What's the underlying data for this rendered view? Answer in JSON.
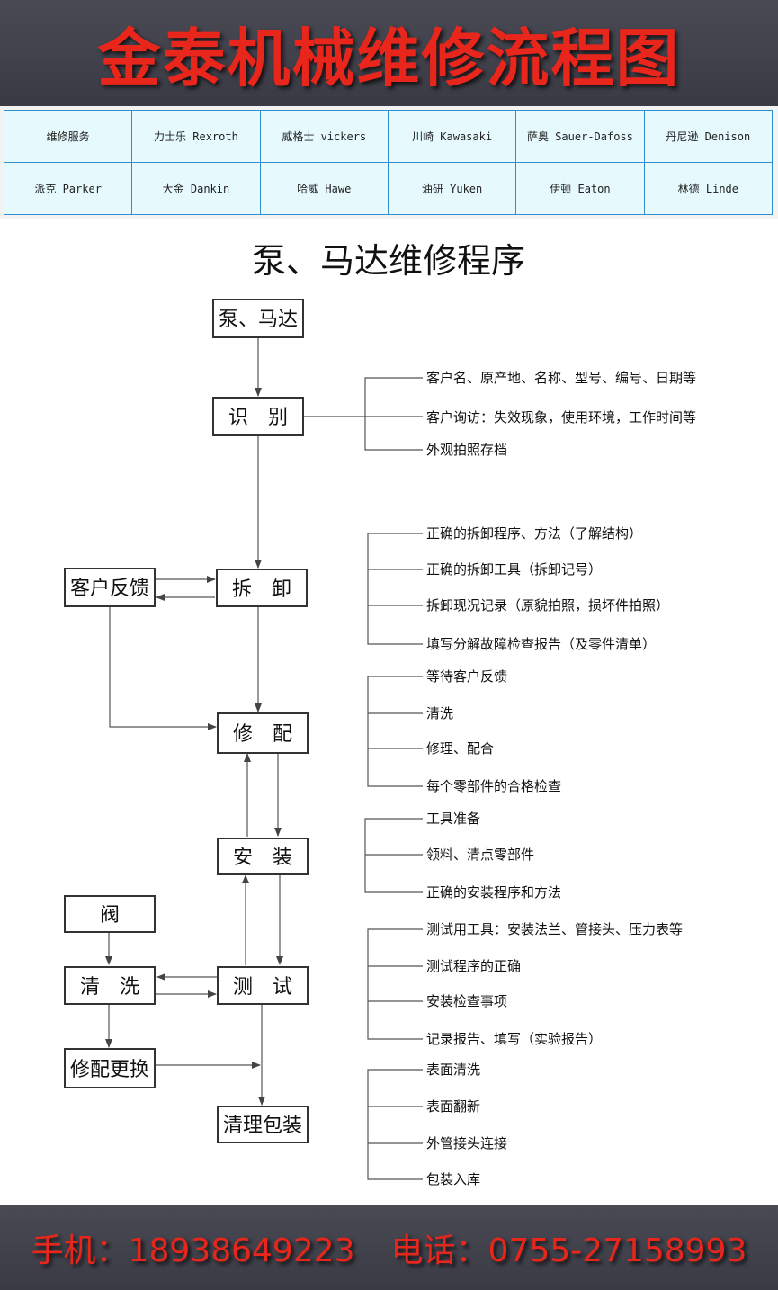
{
  "header": {
    "title": "金泰机械维修流程图"
  },
  "brands": [
    [
      "维修服务",
      "力士乐 Rexroth",
      "威格士 vickers",
      "川崎 Kawasaki",
      "萨奥 Sauer-Dafoss",
      "丹尼逊 Denison"
    ],
    [
      "派克 Parker",
      "大金 Dankin",
      "哈威 Hawe",
      "油研 Yuken",
      "伊顿 Eaton",
      "林德 Linde"
    ]
  ],
  "diagram": {
    "title": "泵、马达维修程序",
    "nodes": {
      "pump_motor": "泵、马达",
      "identify": "识　别",
      "disassemble": "拆　卸",
      "customer_feedback": "客户反馈",
      "repair": "修　配",
      "install": "安　装",
      "valve": "阀",
      "clean": "清　洗",
      "test": "测　试",
      "repair_replace": "修配更换",
      "pack": "清理包装"
    },
    "notes": {
      "identify": [
        "客户名、原产地、名称、型号、编号、日期等",
        "客户询访：失效现象，使用环境，工作时间等",
        "外观拍照存档"
      ],
      "disassemble": [
        "正确的拆卸程序、方法（了解结构）",
        "正确的拆卸工具（拆卸记号）",
        "拆卸现况记录（原貌拍照，损坏件拍照）",
        "填写分解故障检查报告（及零件清单）"
      ],
      "repair": [
        "等待客户反馈",
        "清洗",
        "修理、配合",
        "每个零部件的合格检查"
      ],
      "install": [
        "工具准备",
        "领料、清点零部件",
        "正确的安装程序和方法"
      ],
      "test": [
        "测试用工具：安装法兰、管接头、压力表等",
        "测试程序的正确",
        "安装检查事项",
        "记录报告、填写（实验报告）"
      ],
      "pack": [
        "表面清洗",
        "表面翻新",
        "外管接头连接",
        "包装入库"
      ]
    }
  },
  "footer": {
    "mobile": "手机：18938649223",
    "phone": "电话：0755-27158993"
  }
}
